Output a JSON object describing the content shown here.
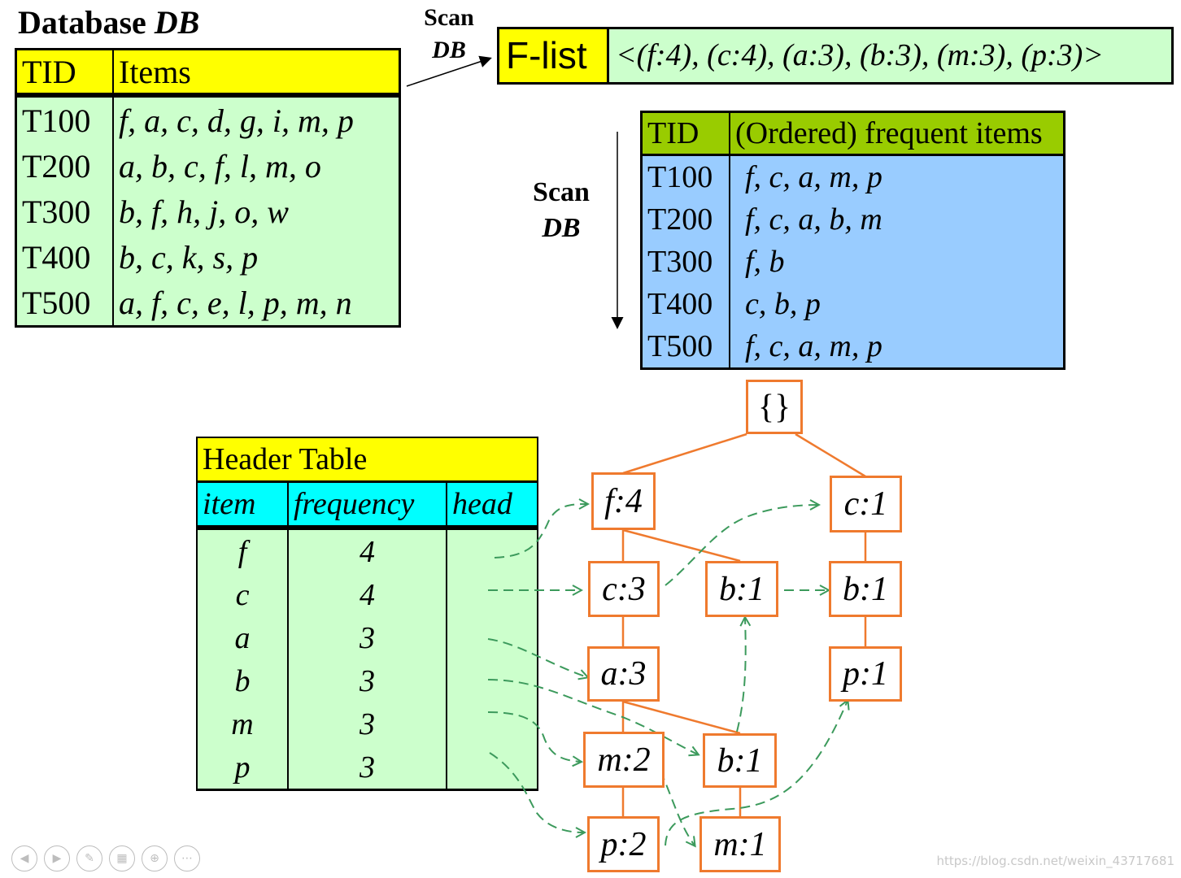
{
  "title": {
    "text": "Database ",
    "italic": "DB"
  },
  "scan_top": {
    "line1": "Scan",
    "line2": "DB"
  },
  "scan_side": {
    "line1": "Scan",
    "line2": "DB"
  },
  "db_table": {
    "headers": [
      "TID",
      "Items"
    ],
    "rows": [
      [
        "T100",
        "f, a, c, d, g, i, m, p"
      ],
      [
        "T200",
        "a, b, c, f, l, m, o"
      ],
      [
        "T300",
        "b, f, h, j, o, w"
      ],
      [
        "T400",
        "b, c, k, s, p"
      ],
      [
        "T500",
        "a, f, c, e, l, p, m, n"
      ]
    ]
  },
  "flist": {
    "label": "F-list",
    "value": "<(f:4), (c:4), (a:3), (b:3), (m:3), (p:3)>"
  },
  "ordered_table": {
    "headers": [
      "TID",
      "(Ordered) frequent items"
    ],
    "rows": [
      [
        "T100",
        "f, c, a, m, p"
      ],
      [
        "T200",
        "f, c, a, b, m"
      ],
      [
        "T300",
        "f, b"
      ],
      [
        "T400",
        "c, b, p"
      ],
      [
        "T500",
        "f, c, a, m, p"
      ]
    ]
  },
  "header_table": {
    "caption": "Header Table",
    "columns": [
      "item",
      "frequency",
      "head"
    ],
    "rows": [
      [
        "f",
        "4",
        ""
      ],
      [
        "c",
        "4",
        ""
      ],
      [
        "a",
        "3",
        ""
      ],
      [
        "b",
        "3",
        ""
      ],
      [
        "m",
        "3",
        ""
      ],
      [
        "p",
        "3",
        ""
      ]
    ]
  },
  "tree_nodes": {
    "root": "{}",
    "f4": "f:4",
    "c1": "c:1",
    "c3": "c:3",
    "b1a": "b:1",
    "b1r": "b:1",
    "a3": "a:3",
    "p1r": "p:1",
    "m2": "m:2",
    "b1b": "b:1",
    "p2": "p:2",
    "m1": "m:1"
  },
  "colors": {
    "yellow": "#ffff00",
    "light_green": "#ccffcc",
    "olive": "#99cc00",
    "light_blue": "#99ccff",
    "cyan": "#00ffff",
    "node_border": "#ef7a2e",
    "link_dash": "#3c9a5c"
  },
  "toolbar_icons": [
    "prev-icon",
    "next-icon",
    "pen-icon",
    "slides-icon",
    "zoom-icon",
    "more-icon"
  ],
  "watermark": "https://blog.csdn.net/weixin_43717681"
}
